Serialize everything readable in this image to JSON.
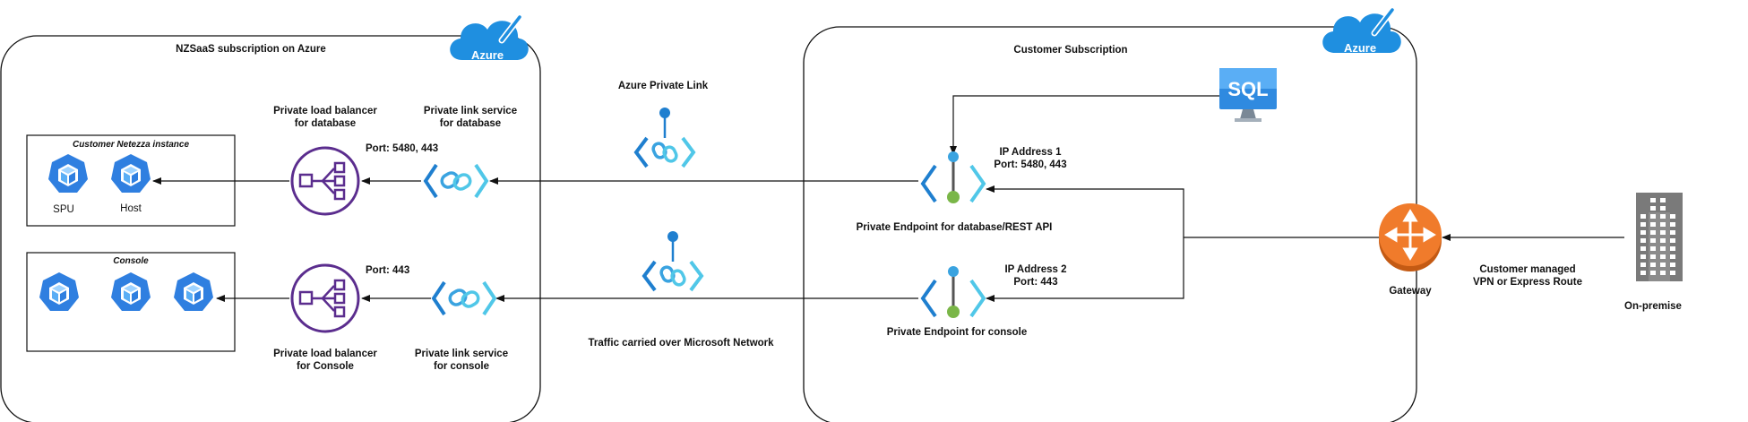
{
  "nzsaas": {
    "title": "NZSaaS subscription on Azure",
    "netezza_title": "Customer Netezza instance",
    "spu_label": "SPU",
    "host_label": "Host",
    "console_title": "Console",
    "lb_db_label": "Private load balancer\nfor database",
    "pls_db_label": "Private link service\nfor database",
    "port_db_label": "Port: 5480, 443",
    "port_console_label": "Port: 443",
    "lb_console_label": "Private load balancer\nfor Console",
    "pls_console_label": "Private link service\nfor console"
  },
  "middle": {
    "private_link_label": "Azure Private Link",
    "traffic_label": "Traffic carried over Microsoft Network"
  },
  "customer": {
    "title": "Customer Subscription",
    "sql_icon_text": "SQL",
    "ip1_label": "IP Address 1\nPort: 5480, 443",
    "pe_db_label": "Private Endpoint for database/REST API",
    "ip2_label": "IP Address 2\nPort: 443",
    "pe_console_label": "Private Endpoint for console",
    "gateway_label": "Gateway"
  },
  "onprem": {
    "vpn_label": "Customer managed\nVPN or Express Route",
    "label": "On-premise"
  },
  "azure_badge": "Azure",
  "colors": {
    "azure_blue": "#1f8fe0",
    "lb_purple": "#5b2d8e",
    "link_blue": "#1f7fcf",
    "link_cyan": "#50c7e8",
    "endpoint_green": "#7ab648",
    "gateway_orange": "#f07b2b",
    "building_gray": "#7a7a7a"
  }
}
